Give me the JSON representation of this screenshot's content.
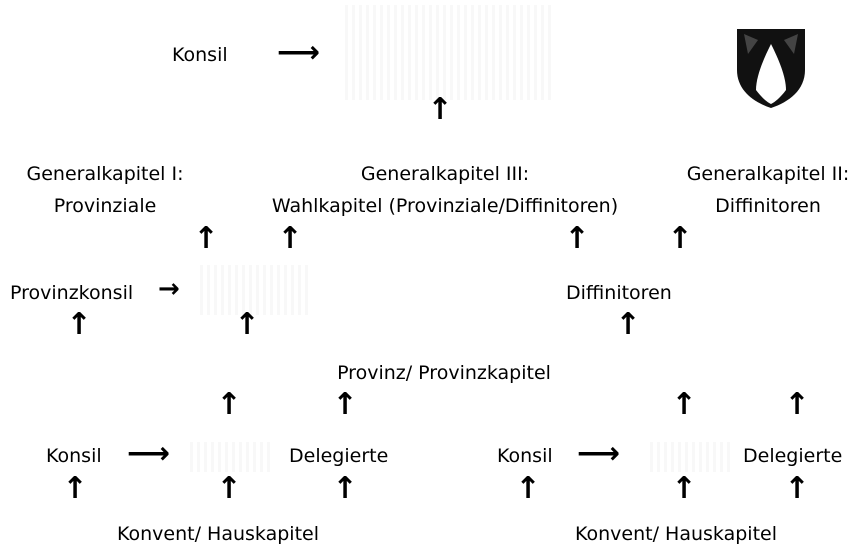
{
  "diagram": {
    "top_konsil": "Konsil",
    "generalkapitel_1": {
      "line1": "Generalkapitel I:",
      "line2": "Provinziale"
    },
    "generalkapitel_3": {
      "line1": "Generalkapitel III:",
      "line2": "Wahlkapitel (Provinziale/Diffinitoren)"
    },
    "generalkapitel_2": {
      "line1": "Generalkapitel II:",
      "line2": "Diffinitoren"
    },
    "provinzkonsil": "Provinzkonsil",
    "diffinitoren": "Diffinitoren",
    "provinz_provinzkapitel": "Provinz/ Provinzkapitel",
    "left_konsil": "Konsil",
    "left_delegierte": "Delegierte",
    "right_konsil": "Konsil",
    "right_delegierte": "Delegierte",
    "left_konvent": "Konvent/ Hauskapitel",
    "right_konvent": "Konvent/ Hauskapitel"
  },
  "colors": {
    "text": "#000000",
    "background": "#ffffff"
  }
}
